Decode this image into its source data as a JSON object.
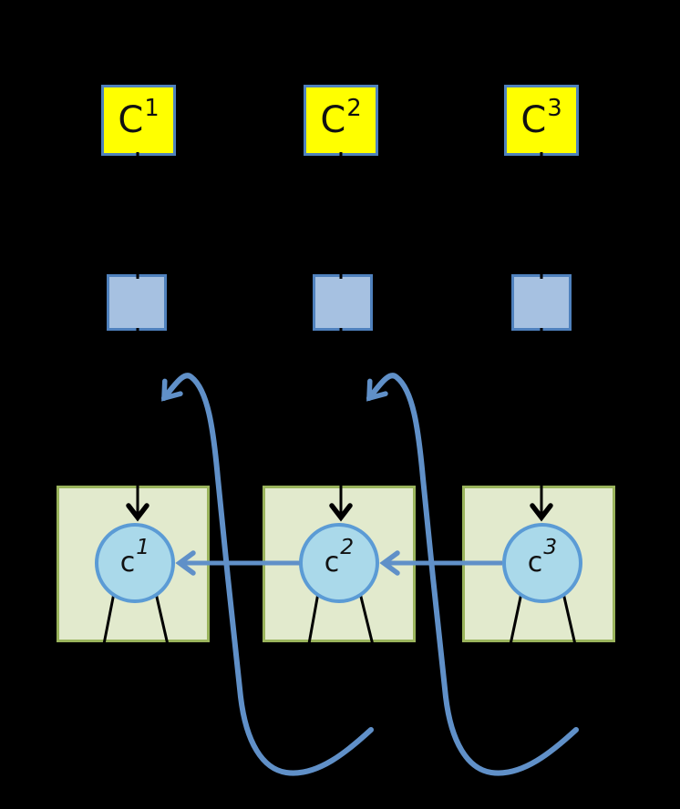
{
  "diagram": {
    "title": "three-column hierarchical diagram with feedback arrows",
    "top_squares": [
      {
        "base": "C",
        "sup": "1"
      },
      {
        "base": "C",
        "sup": "2"
      },
      {
        "base": "C",
        "sup": "3"
      }
    ],
    "mid_squares": [
      {
        "label": ""
      },
      {
        "label": ""
      },
      {
        "label": ""
      }
    ],
    "group_boxes": [
      {
        "label": ""
      },
      {
        "label": ""
      },
      {
        "label": ""
      }
    ],
    "circles": [
      {
        "base": "c",
        "sup": "1"
      },
      {
        "base": "c",
        "sup": "2"
      },
      {
        "base": "c",
        "sup": "3"
      }
    ],
    "colors": {
      "background": "#000000",
      "top_square_fill": "#ffff00",
      "square_border": "#4f81bd",
      "mid_square_fill": "#a6c1e1",
      "group_box_fill": "#e2eacd",
      "group_box_border": "#9ab45c",
      "circle_fill": "#aad9ea",
      "circle_border": "#5b9bd5",
      "arrow_blue": "#6090c8",
      "arrow_black": "#000000"
    }
  }
}
